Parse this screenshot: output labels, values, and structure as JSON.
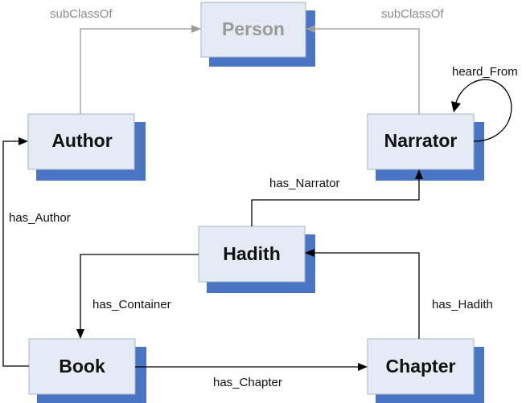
{
  "nodes": {
    "person": "Person",
    "author": "Author",
    "narrator": "Narrator",
    "hadith": "Hadith",
    "book": "Book",
    "chapter": "Chapter"
  },
  "edges": {
    "author_subclass": "subClassOf",
    "narrator_subclass": "subClassOf",
    "heard_from": "heard_From",
    "has_narrator": "has_Narrator",
    "has_author": "has_Author",
    "has_container": "has_Container",
    "has_hadith": "has_Hadith",
    "has_chapter": "has_Chapter"
  },
  "colors": {
    "node_fill": "#e4ebf5",
    "node_shadow": "#4a74c4",
    "faded_text": "#9b9b9b"
  }
}
